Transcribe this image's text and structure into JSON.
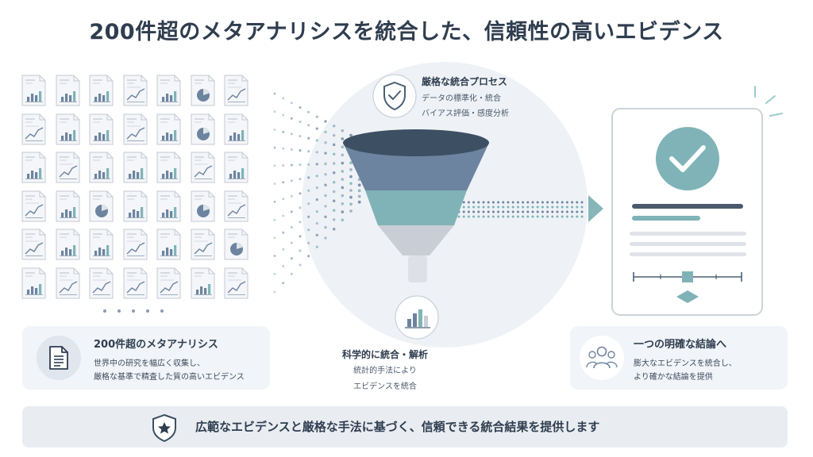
{
  "title": "200件超のメタアナリシスを統合した、信頼性の高いエビデンス",
  "process": {
    "title": "厳格な統合プロセス",
    "lines": [
      "データの標準化・統合",
      "バイアス評価・感度分析"
    ]
  },
  "science": {
    "title": "科学的に統合・解析",
    "lines": [
      "統計的手法により",
      "エビデンスを統合"
    ]
  },
  "left_card": {
    "title": "200件超のメタアナリシス",
    "lines": [
      "世界中の研究を幅広く収集し、",
      "厳格な基準で精査した質の高いエビデンス"
    ]
  },
  "right_card": {
    "title": "一つの明確な結論へ",
    "lines": [
      "膨大なエビデンスを統合し、",
      "より確かな結論を提供"
    ]
  },
  "banner": {
    "text": "広範なエビデンスと厳格な手法に基づく、信頼できる統合結果を提供します"
  },
  "icons": {
    "process": "shield-check-icon",
    "science": "bar-chart-icon",
    "left_card": "document-icon",
    "right_card": "people-group-icon",
    "banner": "shield-star-icon",
    "result": "checkmark-icon"
  },
  "colors": {
    "navy": "#2f3d4f",
    "slate": "#6d84a0",
    "teal": "#7fb3b7",
    "light_gray": "#c9ced6",
    "panel": "#f1f4f8"
  },
  "documents": {
    "rows": 6,
    "cols": 7,
    "kinds": [
      [
        "bar",
        "bar",
        "bar",
        "line",
        "bar",
        "pie",
        "line"
      ],
      [
        "line",
        "bar",
        "bar",
        "line",
        "bar",
        "pie",
        "bar"
      ],
      [
        "bar",
        "line",
        "bar",
        "bar",
        "bar",
        "line",
        "bar"
      ],
      [
        "line",
        "bar",
        "pie",
        "bar",
        "bar",
        "pie",
        "line"
      ],
      [
        "line",
        "bar",
        "bar",
        "line",
        "bar",
        "line",
        "pie"
      ],
      [
        "bar",
        "line",
        "line",
        "line",
        "line",
        "bar",
        "line"
      ]
    ]
  }
}
